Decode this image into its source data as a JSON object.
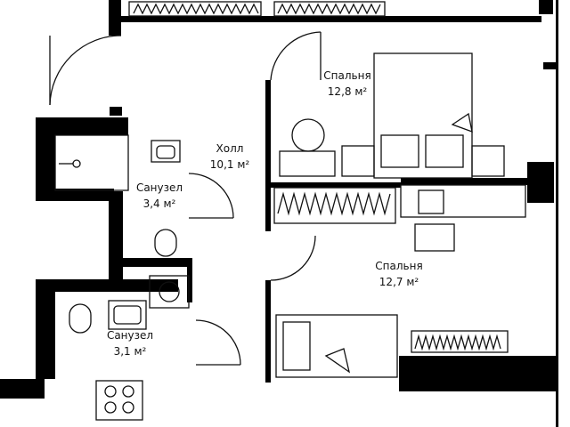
{
  "rooms": {
    "hall": {
      "name": "Холл",
      "area": "10,1 м²"
    },
    "bedroom1": {
      "name": "Спальня",
      "area": "12,8 м²"
    },
    "bathroom1": {
      "name": "Санузел",
      "area": "3,4 м²"
    },
    "bedroom2": {
      "name": "Спальня",
      "area": "12,7 м²"
    },
    "bathroom2": {
      "name": "Санузел",
      "area": "3,1 м²"
    }
  },
  "colors": {
    "wall": "#000000",
    "line": "#111111",
    "background": "#ffffff"
  }
}
